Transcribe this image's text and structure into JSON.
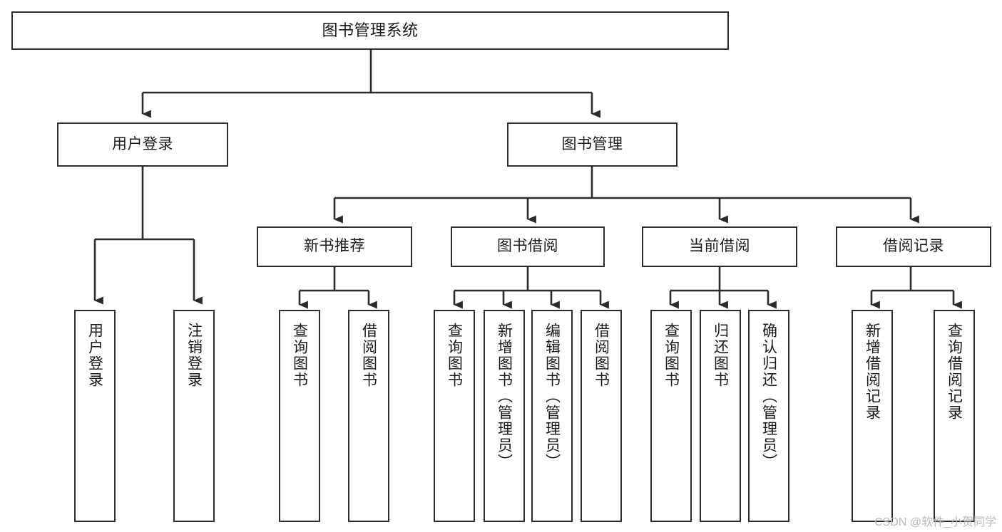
{
  "diagram": {
    "title": "图书管理系统",
    "type": "tree",
    "orientation": "top-down",
    "watermark": "CSDN @软件_小贺同学",
    "colors": {
      "box_border": "#2b2b2b",
      "box_fill": "#ffffff",
      "connector": "#2b2b2b",
      "text": "#1a1a1a",
      "watermark": "#b9b9b9",
      "background": "#ffffff"
    },
    "nodes": {
      "root": {
        "label": "图书管理系统"
      },
      "level2": [
        {
          "id": "user-login",
          "label": "用户登录"
        },
        {
          "id": "book-manage",
          "label": "图书管理"
        }
      ],
      "level3": [
        {
          "id": "new-book-recommend",
          "label": "新书推荐"
        },
        {
          "id": "book-borrow",
          "label": "图书借阅"
        },
        {
          "id": "current-borrow",
          "label": "当前借阅"
        },
        {
          "id": "borrow-record",
          "label": "借阅记录"
        }
      ],
      "leaves": [
        {
          "id": "leaf-user-login",
          "label": "用户登录",
          "parent": "user-login"
        },
        {
          "id": "leaf-logout-login",
          "label": "注销登录",
          "parent": "user-login"
        },
        {
          "id": "leaf-query-book-1",
          "label": "查询图书",
          "parent": "new-book-recommend"
        },
        {
          "id": "leaf-borrow-book-1",
          "label": "借阅图书",
          "parent": "new-book-recommend"
        },
        {
          "id": "leaf-query-book-2",
          "label": "查询图书",
          "parent": "book-borrow"
        },
        {
          "id": "leaf-add-book-admin",
          "label": "新增图书（管理员）",
          "parent": "book-borrow"
        },
        {
          "id": "leaf-edit-book-admin",
          "label": "编辑图书（管理员）",
          "parent": "book-borrow"
        },
        {
          "id": "leaf-borrow-book-2",
          "label": "借阅图书",
          "parent": "book-borrow"
        },
        {
          "id": "leaf-query-book-3",
          "label": "查询图书",
          "parent": "current-borrow"
        },
        {
          "id": "leaf-return-book",
          "label": "归还图书",
          "parent": "current-borrow"
        },
        {
          "id": "leaf-confirm-return-admin",
          "label": "确认归还（管理员）",
          "parent": "current-borrow"
        },
        {
          "id": "leaf-add-borrow-record",
          "label": "新增借阅记录",
          "parent": "borrow-record"
        },
        {
          "id": "leaf-query-borrow-record",
          "label": "查询借阅记录",
          "parent": "borrow-record"
        }
      ]
    }
  }
}
